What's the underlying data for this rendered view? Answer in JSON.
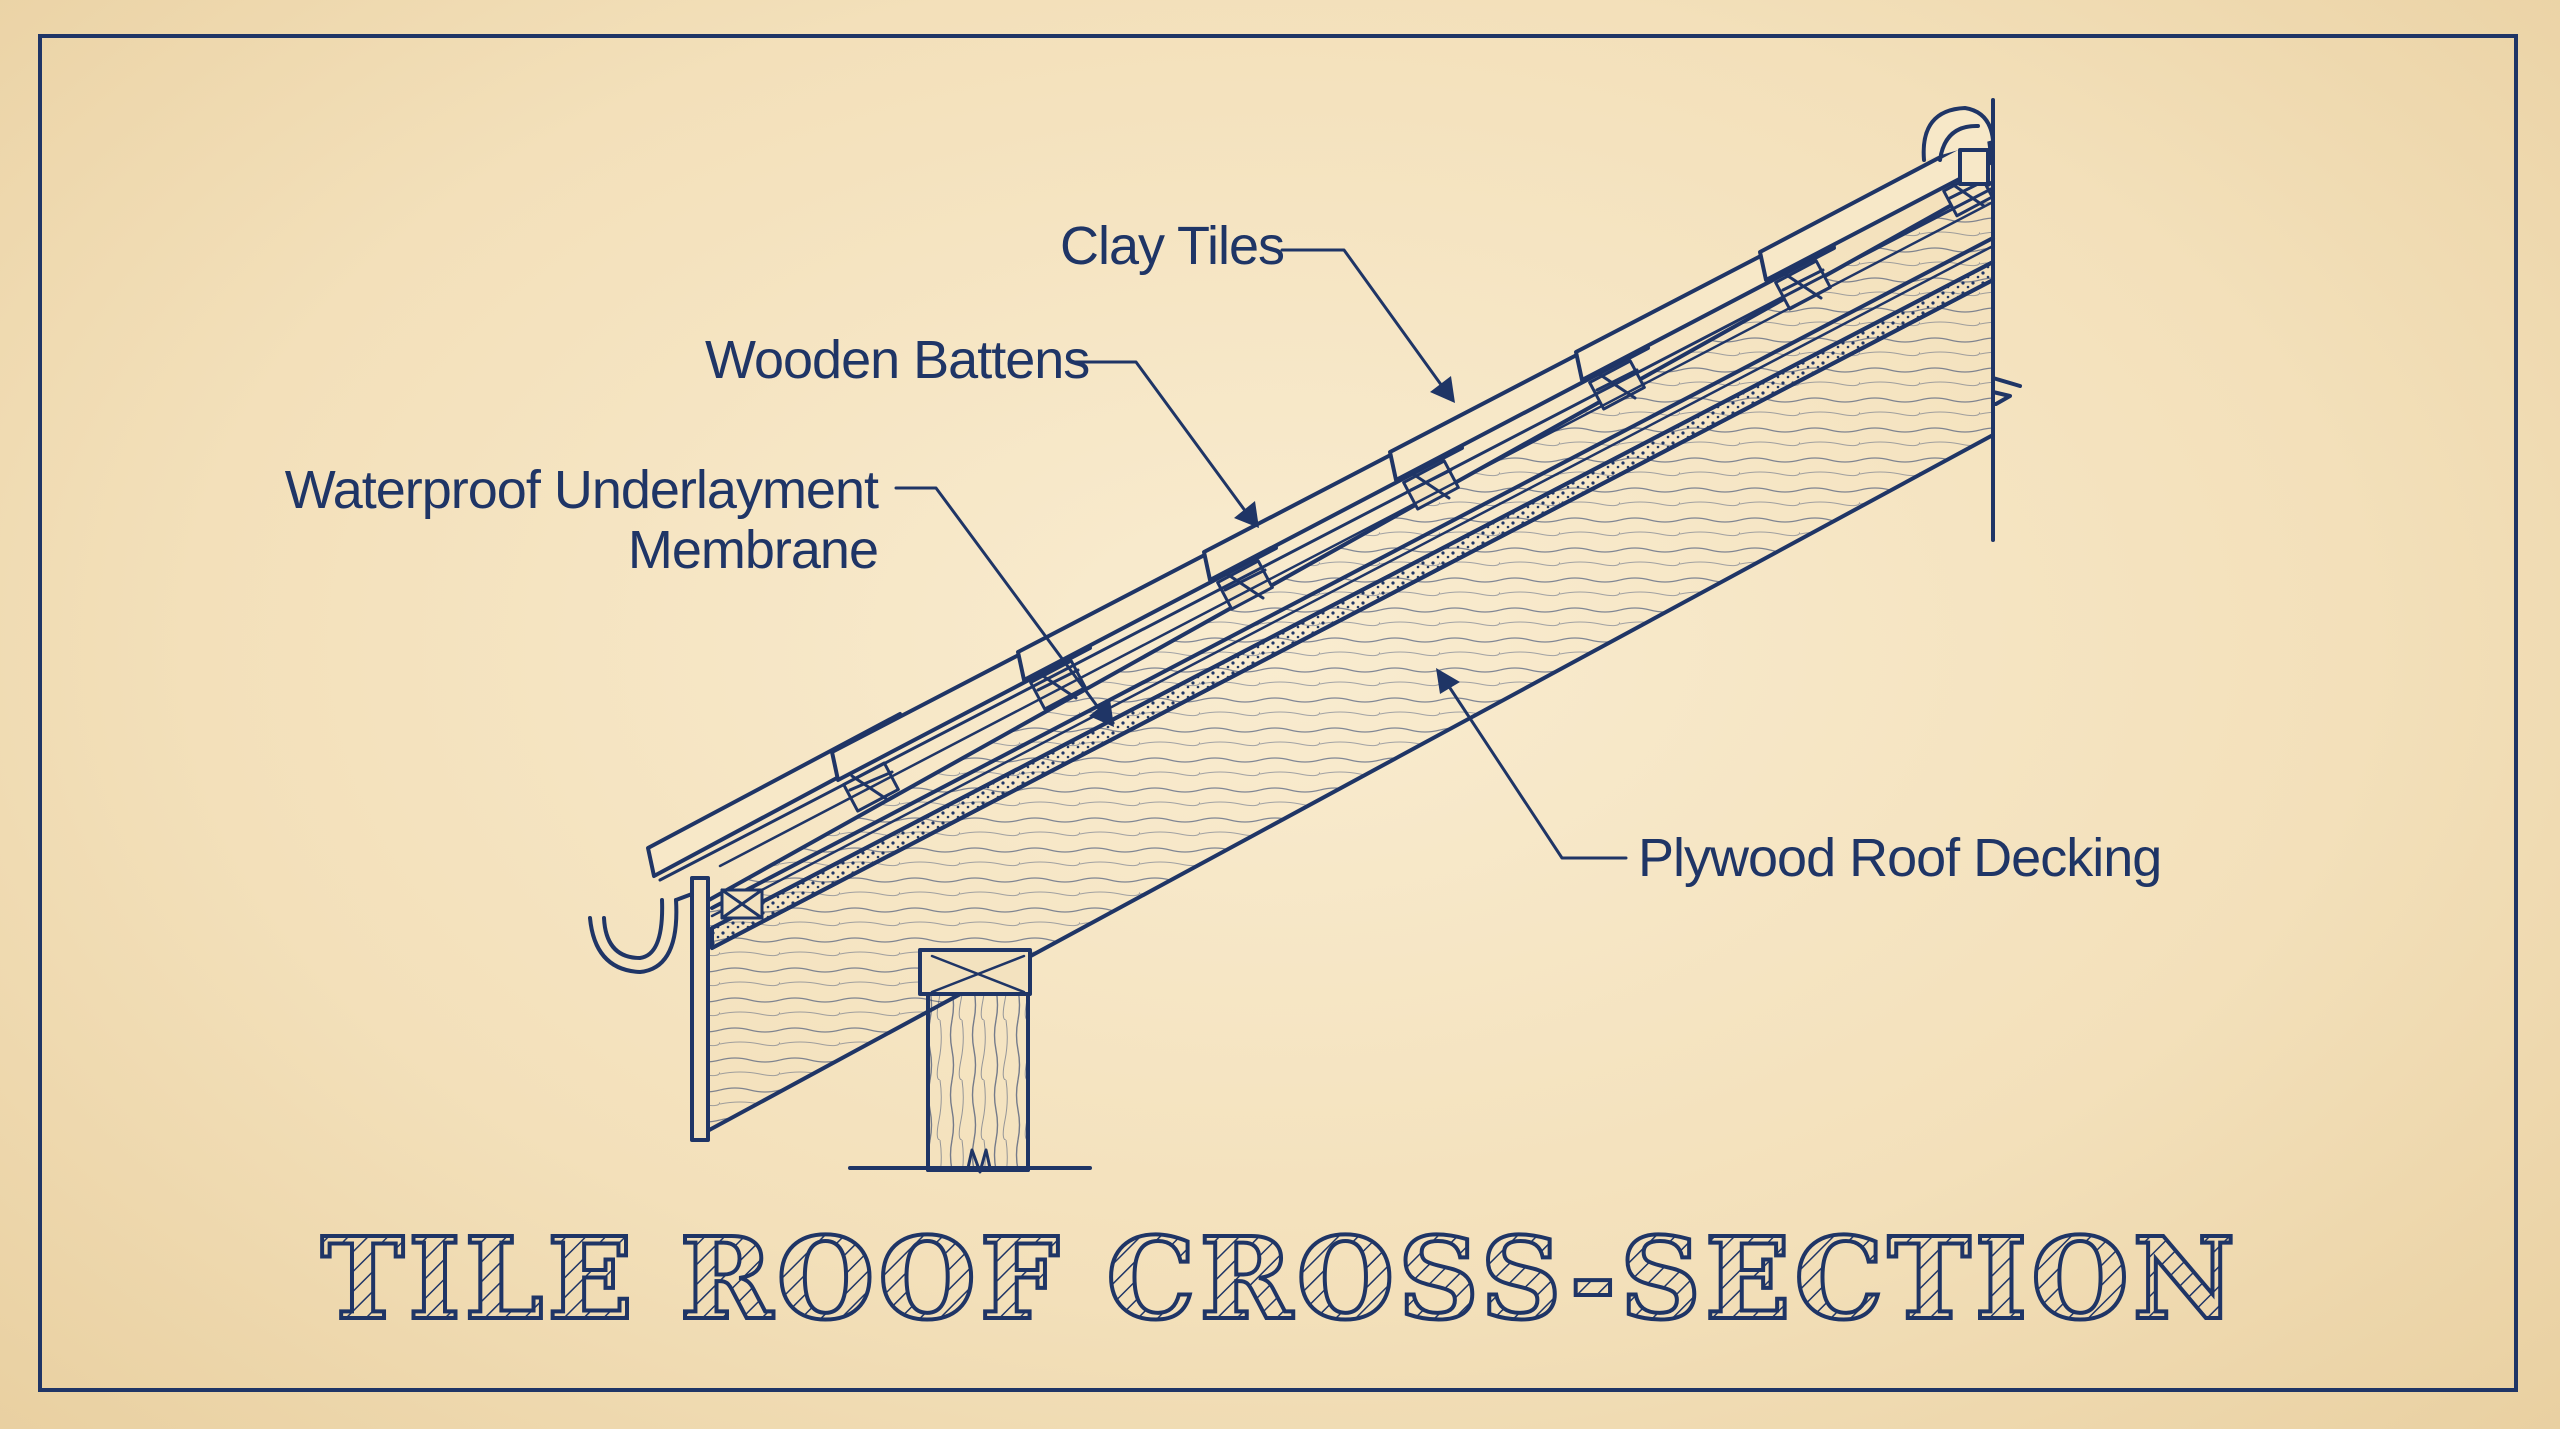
{
  "labels": {
    "clay_tiles": "Clay Tiles",
    "wooden_battens": "Wooden Battens",
    "membrane_line1": "Waterproof Underlayment",
    "membrane_line2": "Membrane",
    "decking": "Plywood Roof Decking"
  },
  "title": "TILE ROOF CROSS-SECTION",
  "colors": {
    "ink": "#1f3566",
    "paper": "#f3e2bf"
  }
}
